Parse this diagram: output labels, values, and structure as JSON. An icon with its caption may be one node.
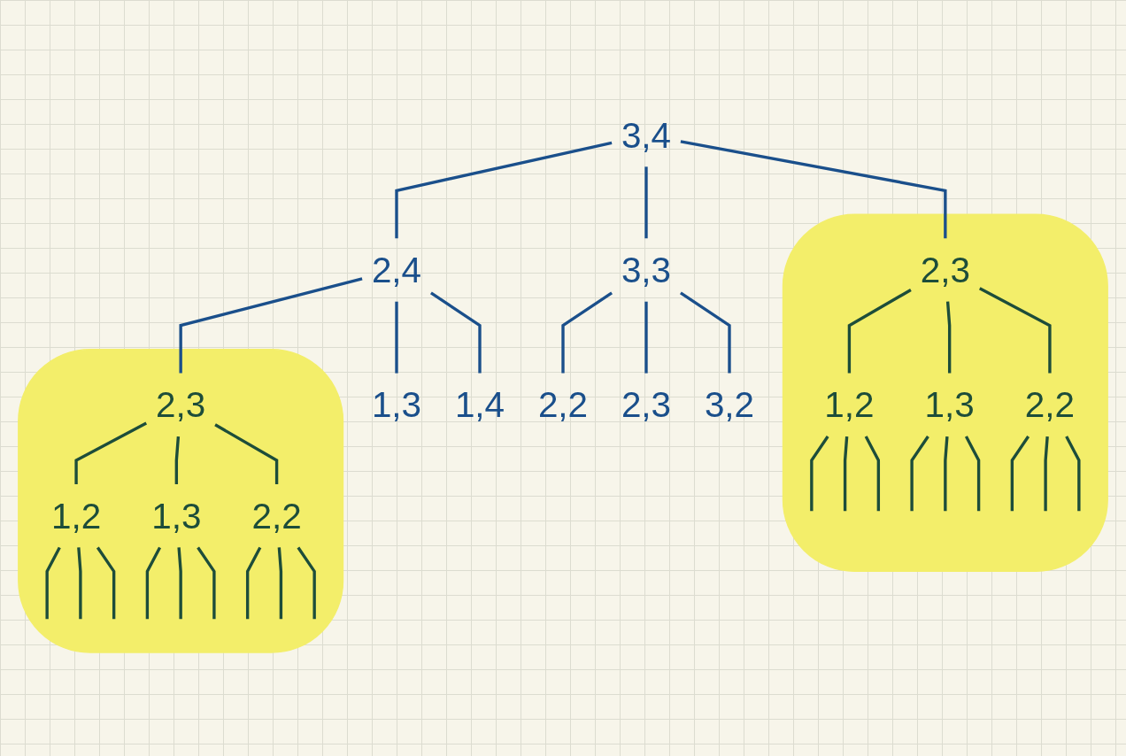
{
  "diagram": {
    "nodes": [
      {
        "text": [
          "3,4"
        ]
      },
      {
        "text": [],
        "shape": "cloud"
      },
      {
        "text": [
          "2,3"
        ],
        "in": 1
      },
      {
        "text": [
          "2,4"
        ]
      },
      {
        "text": [
          "3,3"
        ]
      },
      {
        "text": [
          "1,2"
        ],
        "in": 1
      },
      {
        "text": [
          "1,3"
        ],
        "in": 1
      },
      {
        "text": [
          "2,2"
        ],
        "in": 1
      },
      {
        "text": [
          "1,3"
        ]
      },
      {
        "text": [
          "1,4"
        ]
      },
      {
        "text": [],
        "shape": "cloud"
      },
      {
        "text": [
          "2,3"
        ],
        "in": 10
      },
      {
        "text": [
          "2,2"
        ]
      },
      {
        "text": [
          "2,3"
        ]
      },
      {
        "text": [
          "3,2"
        ]
      },
      {
        "text": [
          "1,2"
        ],
        "in": 10
      },
      {
        "text": [
          "1,3"
        ],
        "in": 10
      },
      {
        "text": [
          "2,2"
        ],
        "in": 10
      }
    ],
    "edges": [
      {
        "from": 0,
        "to": 2,
        "arrow": "none",
        "color": "#1a4f8b"
      },
      {
        "from": 0,
        "to": 3,
        "arrow": "none",
        "color": "#1a4f8b"
      },
      {
        "from": 0,
        "to": 4,
        "arrow": "none",
        "color": "#1a4f8b"
      },
      {
        "from": 2,
        "to": 5,
        "arrow": "none"
      },
      {
        "from": 2,
        "to": 6,
        "arrow": "none"
      },
      {
        "from": 2,
        "to": 7,
        "arrow": "none"
      },
      {
        "from": 3,
        "to": 8,
        "arrow": "none",
        "color": "#1a4f8b"
      },
      {
        "from": 3,
        "to": 9,
        "arrow": "none",
        "color": "#1a4f8b"
      },
      {
        "from": 3,
        "to": 11,
        "arrow": "none",
        "color": "#1a4f8b"
      },
      {
        "from": 4,
        "to": 12,
        "arrow": "none",
        "color": "#1a4f8b"
      },
      {
        "from": 4,
        "to": 13,
        "arrow": "none",
        "color": "#1a4f8b"
      },
      {
        "from": 4,
        "to": 14,
        "arrow": "none",
        "color": "#1a4f8b"
      },
      {
        "from": 5,
        "to": null,
        "arrow": "none"
      },
      {
        "from": 5,
        "to": null,
        "arrow": "none"
      },
      {
        "from": 5,
        "to": null,
        "arrow": "none"
      },
      {
        "from": 6,
        "to": null,
        "arrow": "none"
      },
      {
        "from": 6,
        "to": null,
        "arrow": "none"
      },
      {
        "from": 6,
        "to": null,
        "arrow": "none"
      },
      {
        "from": 7,
        "to": null,
        "arrow": "none"
      },
      {
        "from": 7,
        "to": null,
        "arrow": "none"
      },
      {
        "from": 7,
        "to": null,
        "arrow": "none"
      },
      {
        "from": 11,
        "to": 15,
        "arrow": "none"
      },
      {
        "from": 11,
        "to": 16,
        "arrow": "none"
      },
      {
        "from": 11,
        "to": 17,
        "arrow": "none"
      },
      {
        "from": 15,
        "to": null,
        "arrow": "none"
      },
      {
        "from": 15,
        "to": null,
        "arrow": "none"
      },
      {
        "from": 15,
        "to": null,
        "arrow": "none"
      },
      {
        "from": 16,
        "to": null,
        "arrow": "none"
      },
      {
        "from": 16,
        "to": null,
        "arrow": "none"
      },
      {
        "from": 16,
        "to": null,
        "arrow": "none"
      },
      {
        "from": 17,
        "to": null,
        "arrow": "none"
      },
      {
        "from": 17,
        "to": null,
        "arrow": "none"
      },
      {
        "from": 17,
        "to": null,
        "arrow": "none"
      }
    ]
  }
}
